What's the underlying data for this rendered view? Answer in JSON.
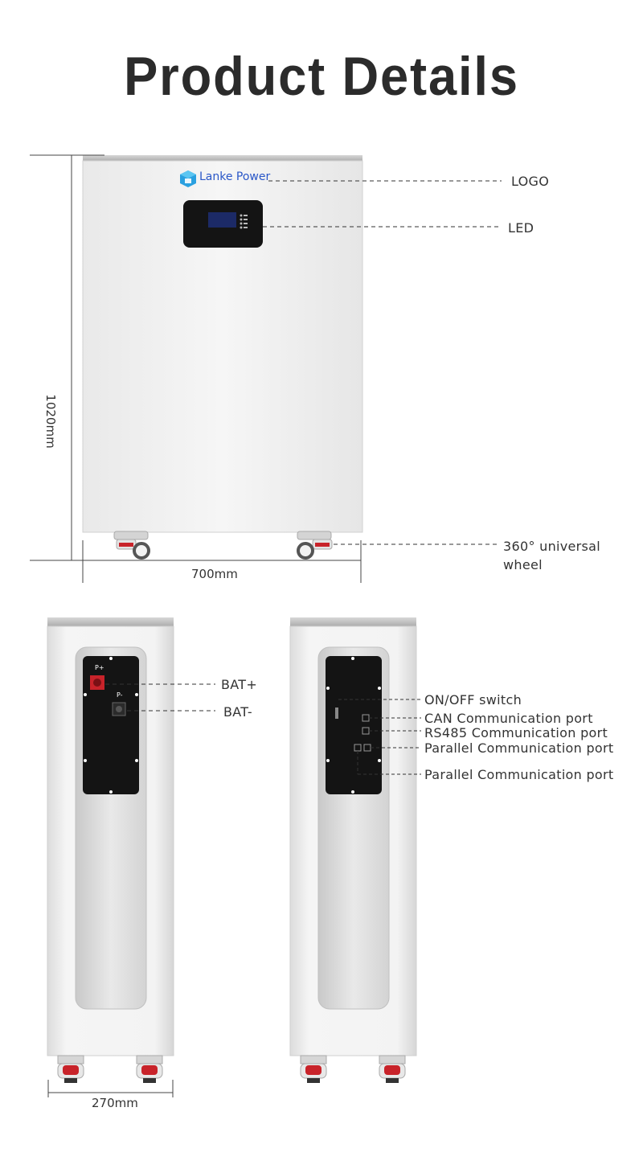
{
  "page": {
    "title": "Product Details"
  },
  "brand": {
    "name": "Lanke Power",
    "color": "#2a57c8",
    "icon": "cube-logo-icon"
  },
  "front_view": {
    "labels": {
      "logo": "LOGO",
      "led": "LED",
      "wheel_line1": "360° universal",
      "wheel_line2": "wheel"
    },
    "dimensions": {
      "height": "1020mm",
      "width": "700mm"
    },
    "panel_marks": []
  },
  "side_view_left": {
    "labels": {
      "bat_plus": "BAT+",
      "bat_minus": "BAT-"
    },
    "panel_marks": {
      "p_plus": "P+",
      "p_minus": "P-"
    },
    "dimensions": {
      "depth": "270mm"
    }
  },
  "side_view_right": {
    "labels": {
      "on_off": "ON/OFF switch",
      "can": "CAN Communication port",
      "rs485": "RS485 Communication port",
      "parallel_1": "Parallel Communication port",
      "parallel_2": "Parallel Communication port"
    }
  },
  "colors": {
    "accent_red": "#c8232a",
    "panel_black": "#141414",
    "cabinet_white": "#f1f1f1"
  }
}
